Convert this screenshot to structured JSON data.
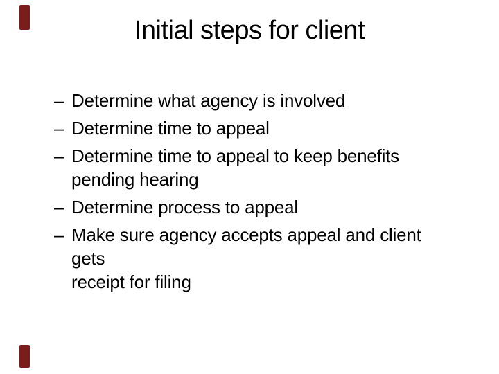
{
  "slide": {
    "title": "Initial steps for client",
    "bullet_char": "–",
    "bullets": [
      {
        "lines": [
          "Determine what agency is involved"
        ]
      },
      {
        "lines": [
          "Determine time to appeal"
        ]
      },
      {
        "lines": [
          "Determine time to appeal to keep benefits",
          "pending hearing"
        ]
      },
      {
        "lines": [
          "Determine process to appeal"
        ]
      },
      {
        "lines": [
          "Make sure agency accepts appeal and client gets",
          "receipt for filing"
        ]
      }
    ],
    "colors": {
      "background": "#ffffff",
      "text": "#000000",
      "left_accent": "#7b1d1d"
    }
  }
}
